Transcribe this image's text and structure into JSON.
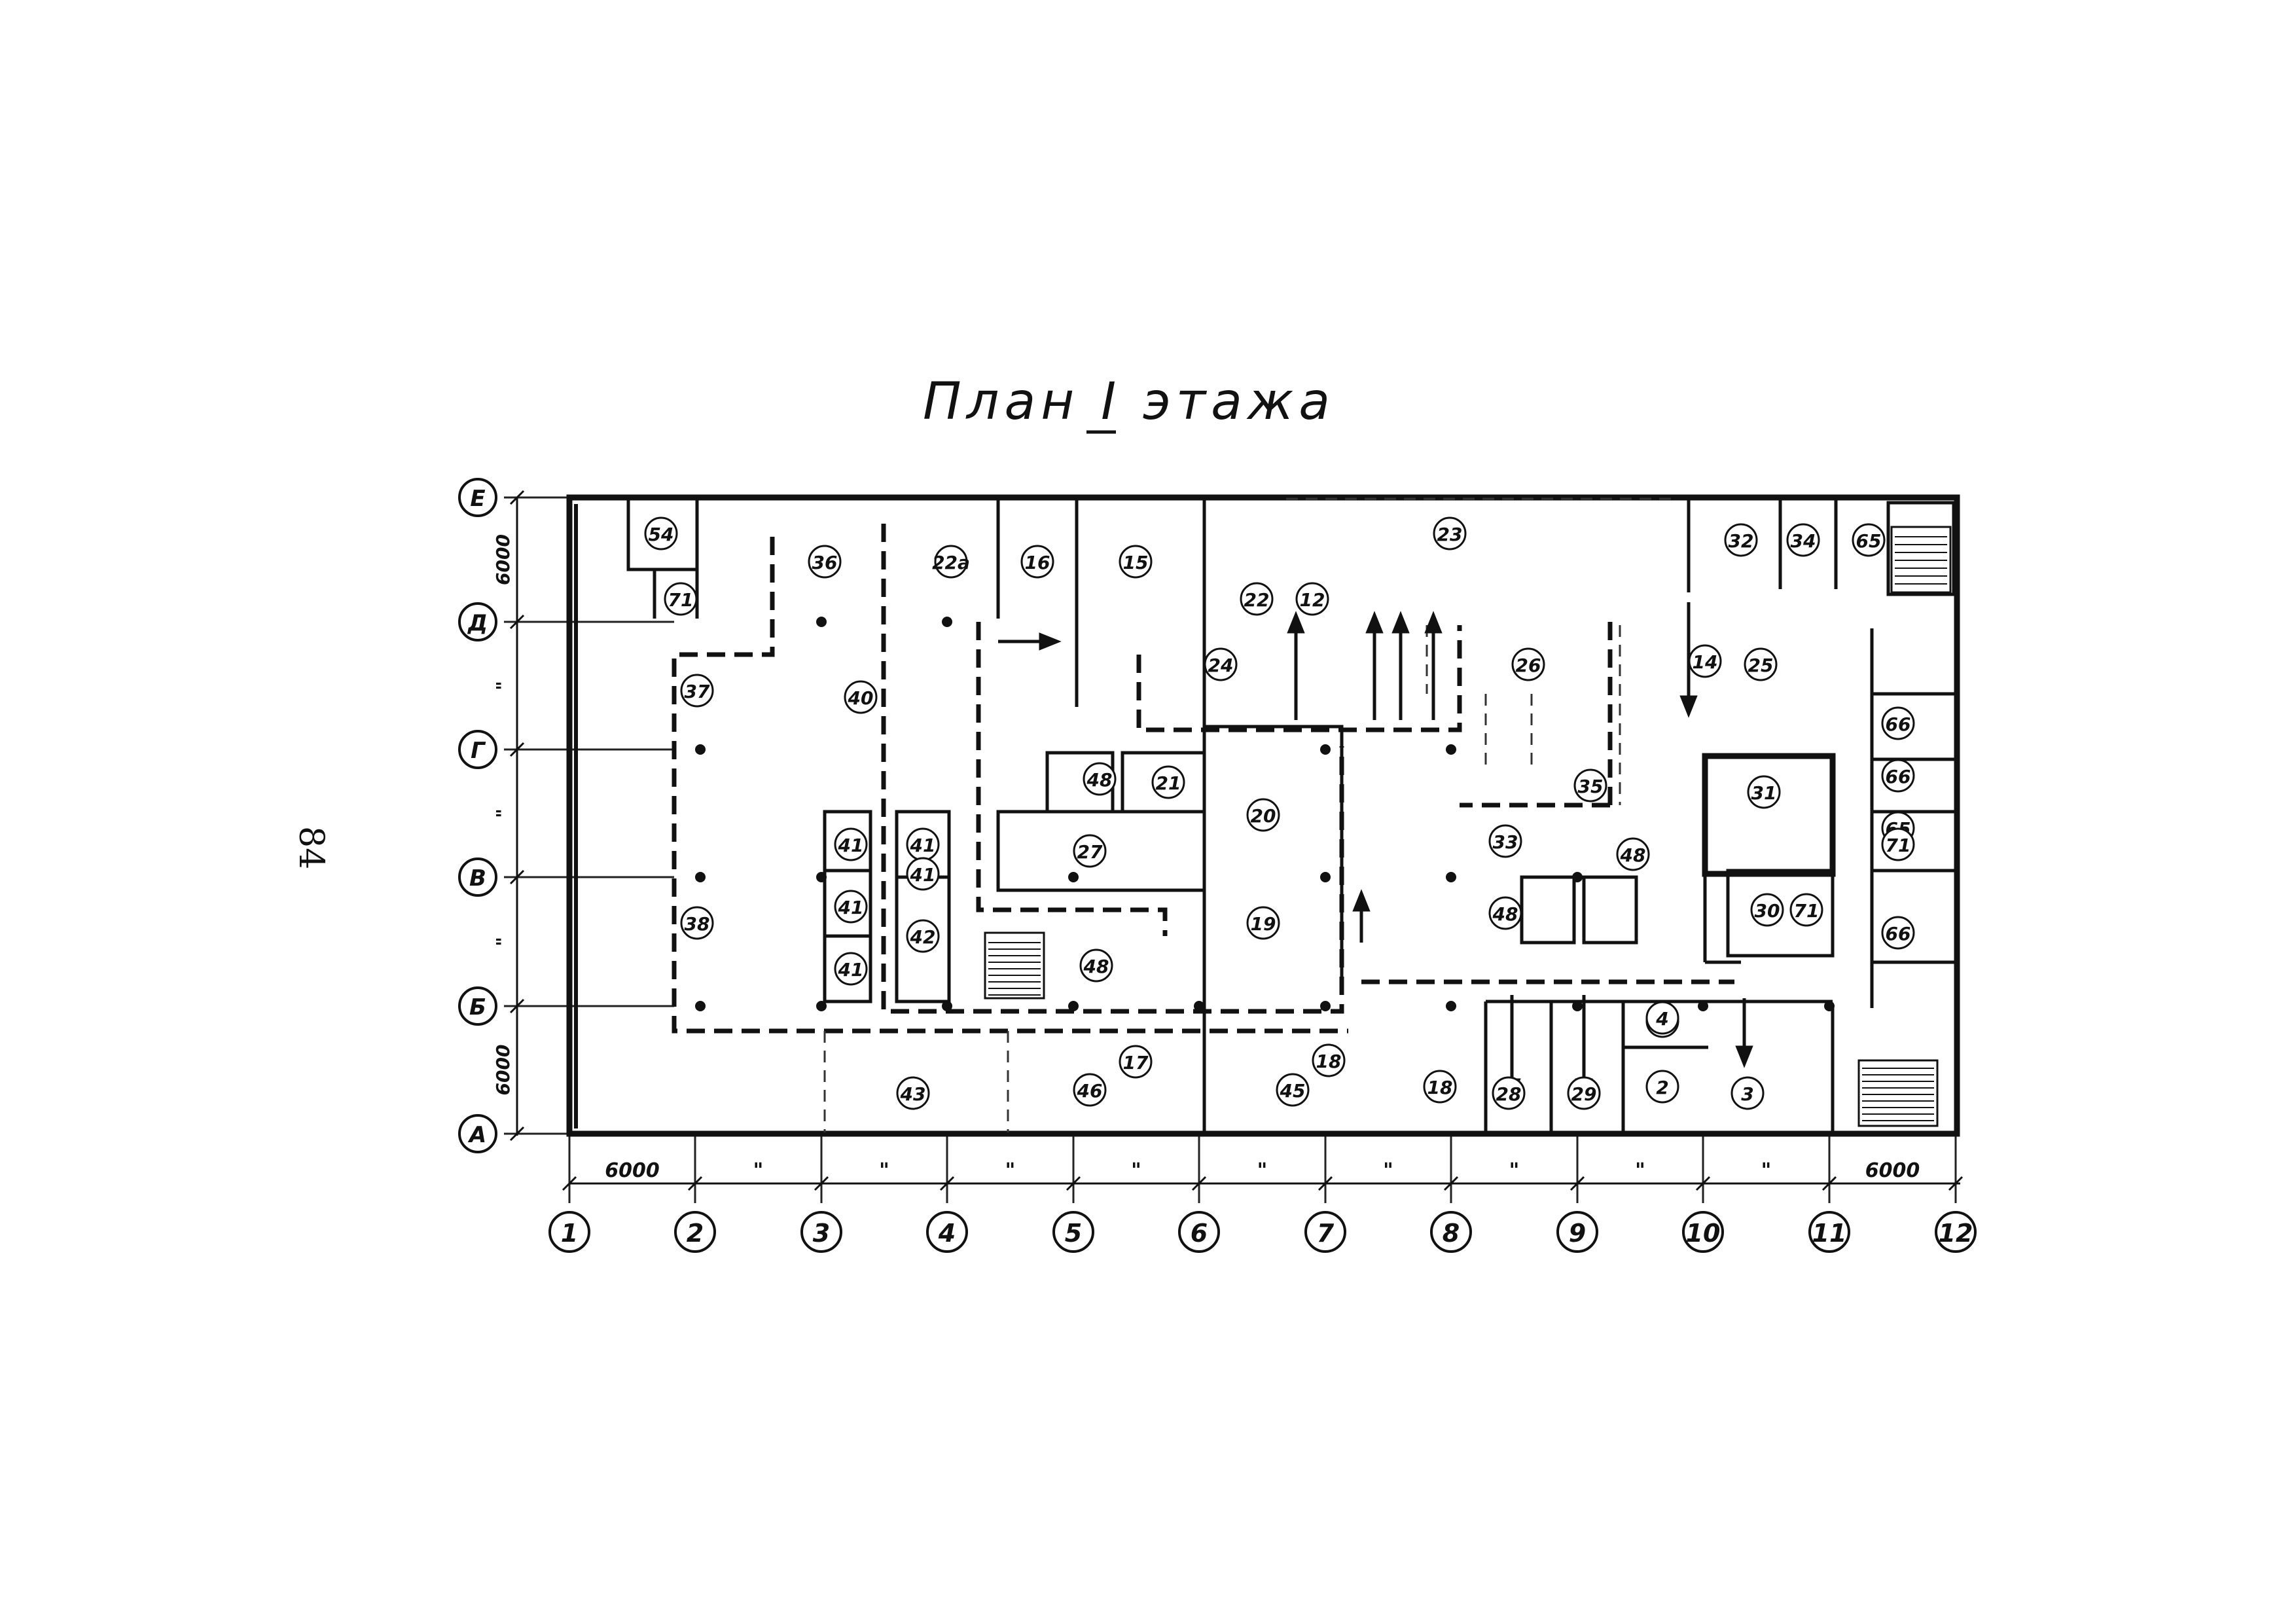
{
  "title": "План I этажа",
  "page_number": "84",
  "column_axes": [
    "1",
    "2",
    "3",
    "4",
    "5",
    "6",
    "7",
    "8",
    "9",
    "10",
    "11",
    "12"
  ],
  "row_axes": [
    "А",
    "Б",
    "В",
    "Г",
    "Д",
    "Е"
  ],
  "bottom_dims": [
    "6000",
    "\"",
    "\"",
    "\"",
    "\"",
    "\"",
    "\"",
    "\"",
    "\"",
    "\"",
    "\"",
    "6000"
  ],
  "left_dims": [
    "6000",
    "\"",
    "\"",
    "\"",
    "6000"
  ],
  "rooms": [
    "54",
    "71",
    "36",
    "22a",
    "16",
    "15",
    "23",
    "32",
    "34",
    "65",
    "22",
    "12",
    "24",
    "26",
    "14",
    "25",
    "66",
    "37",
    "40",
    "48",
    "21",
    "20",
    "35",
    "31",
    "27",
    "41",
    "41",
    "33",
    "18",
    "41",
    "41",
    "42",
    "48",
    "19",
    "48",
    "30",
    "71",
    "38",
    "41",
    "48",
    "2",
    "17",
    "43",
    "46",
    "45",
    "18",
    "28",
    "29",
    "2",
    "3",
    "66",
    "65",
    "66",
    "71",
    "4"
  ]
}
